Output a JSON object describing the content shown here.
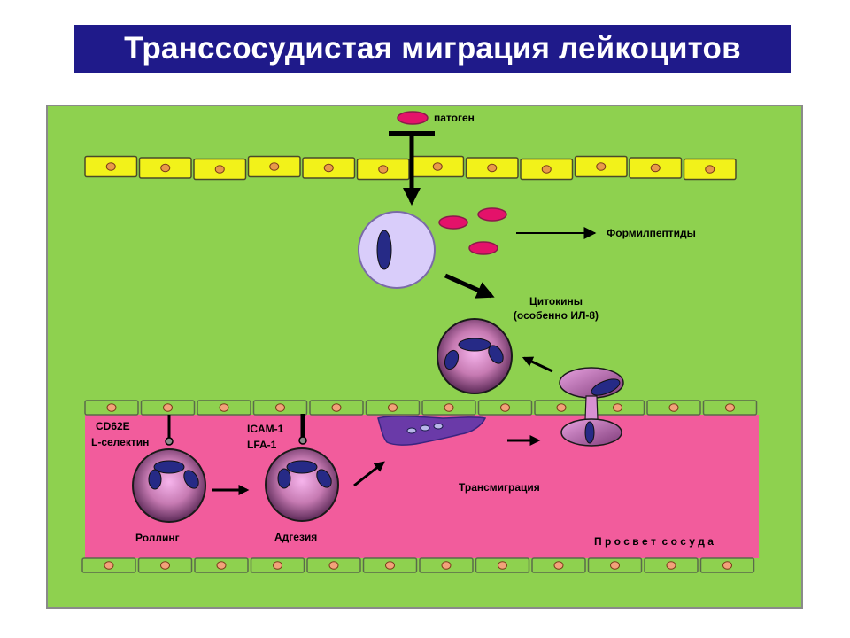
{
  "title": "Транссосудистая миграция лейкоцитов",
  "labels": {
    "pathogen": "патоген",
    "formylpeptides": "Формилпептиды",
    "cytokines_line1": "Цитокины",
    "cytokines_line2": "(особенно ИЛ-8)",
    "cd62e": "CD62E",
    "l_selectin": "L-селектин",
    "icam1": "ICAM-1",
    "lfa1": "LFA-1",
    "transmigration": "Трансмиграция",
    "rolling": "Роллинг",
    "adhesion": "Адгезия",
    "vessel_lumen": "П р о с в е т  с о с у д а"
  },
  "colors": {
    "title_bg": "#1f1a8a",
    "tissue": "#8ed14f",
    "vessel_lumen": "#f25c9c",
    "epithelium": "#f2f21a",
    "endothelium": "#8ed14f",
    "pathogen": "#e4126a",
    "macrophage": "#d9cdfa",
    "leukocyte_nucleus": "#262a86"
  }
}
